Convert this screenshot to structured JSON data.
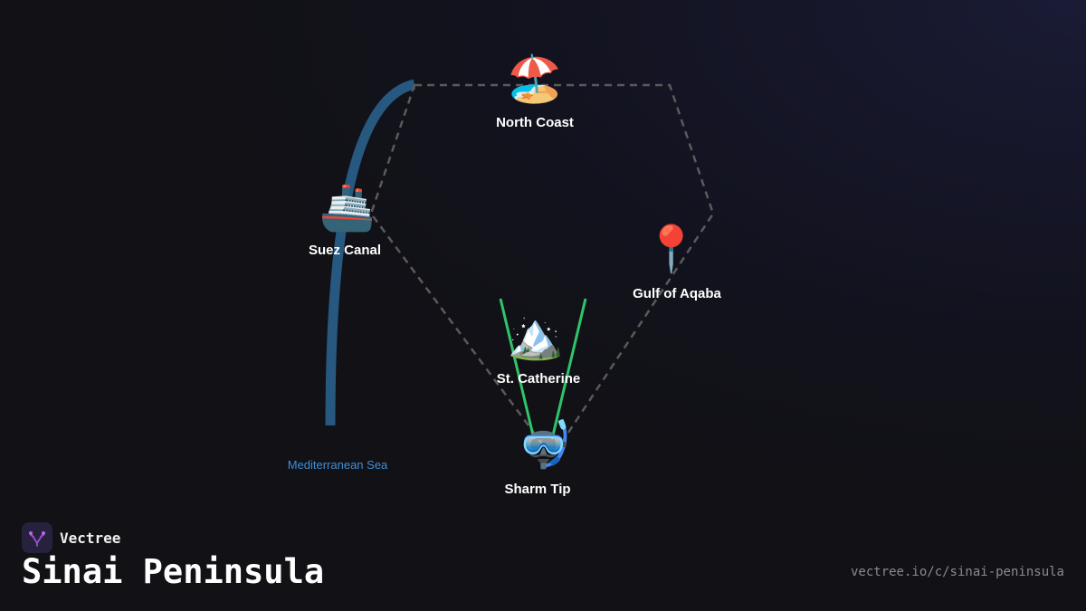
{
  "title": "Sinai Peninsula",
  "brand": "Vectree",
  "url": "vectree.io/c/sinai-peninsula",
  "sea_label": "Mediterranean Sea",
  "places": [
    {
      "id": "north-coast",
      "label": "North Coast",
      "icon": "beach-umbrella-icon",
      "glyph": "🏖️"
    },
    {
      "id": "suez-canal",
      "label": "Suez Canal",
      "icon": "ship-icon",
      "glyph": "🚢"
    },
    {
      "id": "gulf-of-aqaba",
      "label": "Gulf of Aqaba",
      "icon": "map-pin-icon",
      "glyph": "📍"
    },
    {
      "id": "st-catherine",
      "label": "St. Catherine",
      "icon": "mountain-icon",
      "glyph": "🏔️"
    },
    {
      "id": "sharm-tip",
      "label": "Sharm Tip",
      "icon": "diving-mask-icon",
      "glyph": "🤿"
    }
  ],
  "colors": {
    "background": "#111116",
    "canal": "#27587f",
    "outline": "#5a5a5a",
    "mountain_lines": "#2fc46a",
    "sea_label": "#3f8fd6",
    "logo_accent": "#9b4fd6"
  }
}
